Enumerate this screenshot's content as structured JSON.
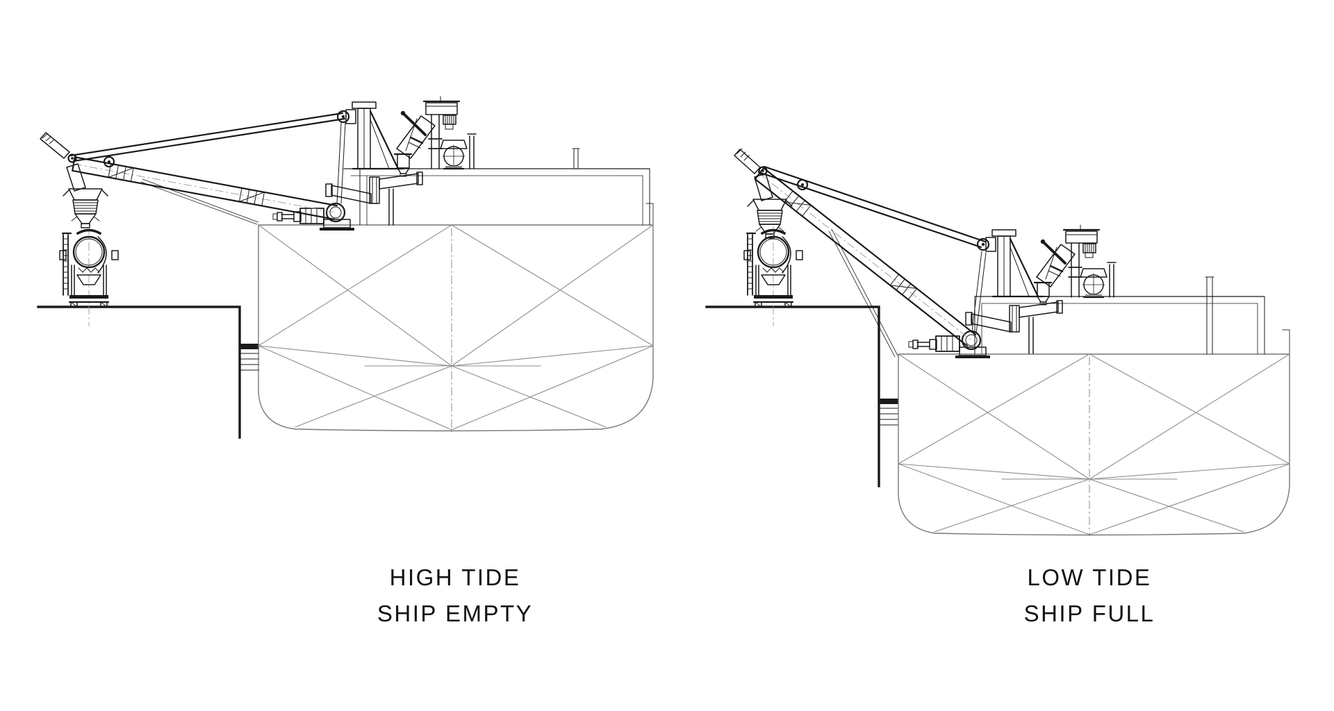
{
  "palette": {
    "background": "#ffffff",
    "ink": "#1a1a1a",
    "hull_line": "#8c8c8c",
    "caption_color": "#111111"
  },
  "figures": [
    {
      "id": "high-tide",
      "caption_line1": "HIGH TIDE",
      "caption_line2": "SHIP EMPTY"
    },
    {
      "id": "low-tide",
      "caption_line1": "LOW TIDE",
      "caption_line2": "SHIP FULL"
    }
  ]
}
